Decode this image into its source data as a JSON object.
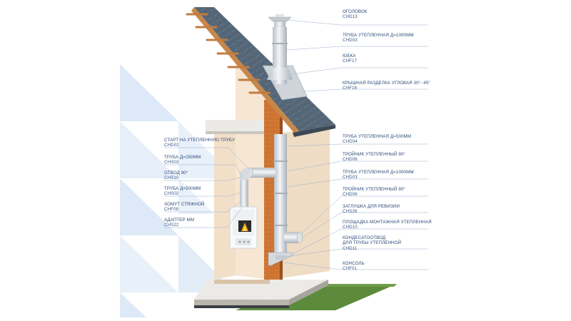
{
  "callouts_left": [
    {
      "id": "start",
      "title": "СТАРТ НА УТЕПЛЕННУЮ ТРУБУ",
      "code": "CHD02"
    },
    {
      "id": "pipe250",
      "title": "ТРУБА Д=250ММ",
      "code": "CHS03"
    },
    {
      "id": "elbow90",
      "title": "ОТВОД 90°",
      "code": "CHS10"
    },
    {
      "id": "pipe500-left",
      "title": "ТРУБА Д=500ММ",
      "code": "CHS02"
    },
    {
      "id": "clamp",
      "title": "ХОМУТ СТЯЖНОЙ",
      "code": "CHF08"
    },
    {
      "id": "adapter",
      "title": "АДАПТЕР ММ",
      "code": "CHS22"
    }
  ],
  "callouts_right": [
    {
      "id": "cap",
      "title": "ОГОЛОВОК",
      "code": "CHD13"
    },
    {
      "id": "pipe1000-top",
      "title": "ТРУБА УТЕПЛЕННАЯ Д=1000ММ",
      "code": "CHD03"
    },
    {
      "id": "skirt",
      "title": "ЮБКА",
      "code": "CHF17"
    },
    {
      "id": "roof-flashing",
      "title": "КРЫШНАЯ РАЗДЕЛКА УГЛОВАЯ 30°- 45°",
      "code": "CHF16"
    },
    {
      "id": "pipe500-insulated",
      "title": "ТРУБА УТЕПЛЕННАЯ Д=500ММ",
      "code": "CHD04"
    },
    {
      "id": "tee90-top",
      "title": "ТРОЙНИК УТЕПЛЕННЫЙ 90°",
      "code": "CHD06"
    },
    {
      "id": "pipe1000-mid",
      "title": "ТРУБА УТЕПЛЕННАЯ Д=1000ММ",
      "code": "CHD03"
    },
    {
      "id": "tee90-bottom",
      "title": "ТРОЙНИК УТЕПЛЕННЫЙ 90°",
      "code": "CHD06"
    },
    {
      "id": "inspection-plug",
      "title": "ЗАГЛУШКА ДЛЯ РЕВИЗИИ",
      "code": "CHS26"
    },
    {
      "id": "mount-platform",
      "title": "ПЛОЩАДКА МОНТАЖНАЯ УТЕПЛЕННАЯ",
      "code": "CHD10"
    },
    {
      "id": "condensate",
      "title": "КОНДЕСАТООТВОД\nДЛЯ ТРУБЫ УТЕПЛЕННОЙ",
      "code": "CHD11"
    },
    {
      "id": "console",
      "title": "КОНСОЛЬ",
      "code": "CHF01"
    }
  ],
  "colors": {
    "wall": "#f4e3cf",
    "wall_side": "#e8d2ba",
    "brick": "#c96a2a",
    "roof_tiles": "#4d5e6e",
    "rafters": "#c8874a",
    "pipe": "#d9dde2",
    "grass": "#5a8a3a",
    "slab": "#e9e7e2",
    "lines": "#9aaecc",
    "text": "#2d4a7a",
    "triangles": "#dbe8f5"
  }
}
